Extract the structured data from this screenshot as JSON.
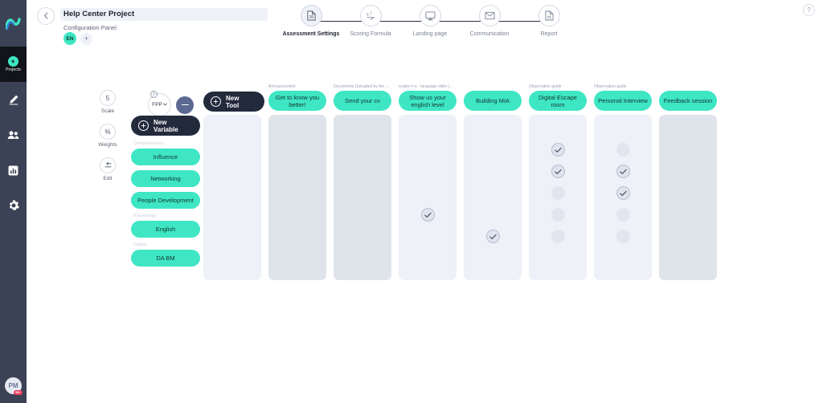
{
  "rail": {
    "logo_icon": "app-logo-icon",
    "items": [
      {
        "id": "projects",
        "label": "Projects",
        "icon": "projects-icon",
        "active": true
      },
      {
        "id": "edit",
        "label": "",
        "icon": "pencil-icon",
        "active": false
      },
      {
        "id": "people",
        "label": "",
        "icon": "people-icon",
        "active": false
      },
      {
        "id": "reports",
        "label": "",
        "icon": "bar-chart-icon",
        "active": false
      },
      {
        "id": "settings",
        "label": "",
        "icon": "gear-icon",
        "active": false
      }
    ],
    "avatar": {
      "initials": "PM",
      "badge": "99+"
    }
  },
  "header": {
    "back_icon": "chevron-left-icon",
    "title": "Help Center Project",
    "subtitle": "Configuration Panel",
    "language_badge": "EN",
    "add_language_label": "+",
    "help_label": "?"
  },
  "stepper": {
    "steps": [
      {
        "label": "Assessment Settings",
        "icon": "document-icon",
        "active": true
      },
      {
        "label": "Scoring Formula",
        "icon": "formula-icon",
        "active": false
      },
      {
        "label": "Landing page",
        "icon": "monitor-icon",
        "active": false
      },
      {
        "label": "Communication",
        "icon": "envelope-icon",
        "active": false
      },
      {
        "label": "Report",
        "icon": "report-icon",
        "active": false
      }
    ]
  },
  "modes": [
    {
      "id": "scale",
      "glyph": "5",
      "label": "Scale",
      "icon": "scale-icon"
    },
    {
      "id": "weights",
      "glyph": "%",
      "label": "Weights",
      "icon": "percent-icon"
    },
    {
      "id": "edit",
      "glyph": "",
      "label": "Edit",
      "icon": "edit-arrow-icon"
    }
  ],
  "controls": {
    "info_icon": "info-icon",
    "fpp_label": "FPP",
    "fpp_caret": "chevron-down-icon",
    "collapse_icon": "minus-icon",
    "new_tool_label": "New Tool",
    "new_variable_label": "New Variable"
  },
  "variables": {
    "groups": [
      {
        "label": "Competencies",
        "items": [
          "Influence",
          "Networking",
          "People Development"
        ]
      },
      {
        "label": "Knowledge",
        "items": [
          "English"
        ]
      },
      {
        "label": "Digital",
        "items": [
          "DA BM"
        ]
      }
    ],
    "rows": [
      "Influence",
      "Networking",
      "People Development",
      "English",
      "DA BM"
    ]
  },
  "matrix": {
    "columns": [
      {
        "note": "",
        "title": "",
        "shade": "light",
        "markers": []
      },
      {
        "note": "Announcement",
        "title": "Get to know you better!",
        "shade": "dark",
        "markers": []
      },
      {
        "note": "Documents Uploaded by the ...",
        "title": "Send your cv",
        "shade": "dark",
        "markers": []
      },
      {
        "note": "scales h-e - language skills (...",
        "title": "Show us your english level",
        "shade": "light",
        "markers": [
          "",
          "",
          "",
          "checked",
          ""
        ]
      },
      {
        "note": "",
        "title": "Building MIA",
        "shade": "light",
        "markers": [
          "",
          "",
          "",
          "",
          "checked"
        ]
      },
      {
        "note": "Observation guide",
        "title": "Digital Escape room",
        "shade": "light",
        "markers": [
          "checked",
          "checked",
          "empty",
          "empty",
          "empty"
        ]
      },
      {
        "note": "Observation guide",
        "title": "Personal Interview",
        "shade": "light",
        "markers": [
          "empty",
          "checked",
          "checked",
          "empty",
          "empty"
        ]
      },
      {
        "note": "",
        "title": "Feedback session",
        "shade": "dark",
        "markers": []
      }
    ]
  },
  "colors": {
    "accent_teal": "#3ee6c4",
    "rail_navy": "#3b4255",
    "pill_dark": "#222a3c",
    "col_light": "#eef1f8",
    "col_dark": "#dfe3ea"
  }
}
